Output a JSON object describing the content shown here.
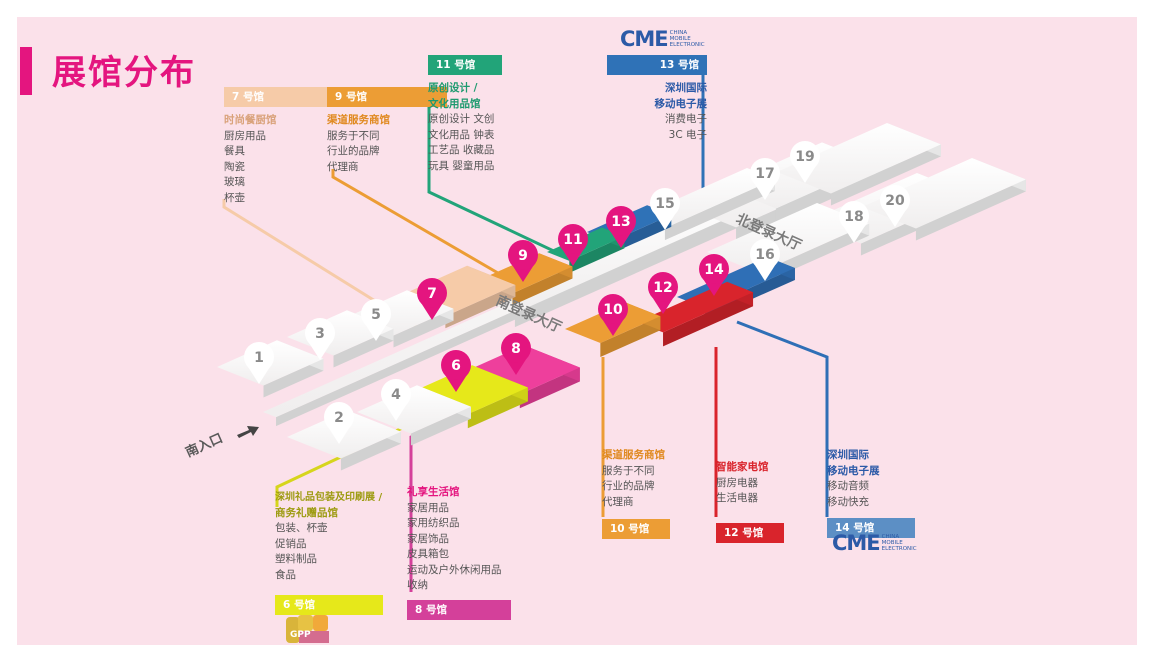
{
  "title": "展馆分布",
  "colors": {
    "accent": "#e4157f",
    "background": "#fbe1ea",
    "hall7": "#f6cba8",
    "hall9": "#ec9d35",
    "hall11": "#22a479",
    "hall13": "#2f72b7",
    "hall6": "#e6e81a",
    "hall8": "#ee3f9c",
    "hall10": "#ec9d35",
    "hall12": "#d9242c",
    "hall14": "#2f6fb6"
  },
  "map": {
    "hall_numbers": [
      "1",
      "2",
      "3",
      "4",
      "5",
      "6",
      "7",
      "8",
      "9",
      "10",
      "11",
      "12",
      "13",
      "14",
      "15",
      "16",
      "17",
      "18",
      "19",
      "20"
    ],
    "south_hall": "南登录大厅",
    "north_hall": "北登录大厅",
    "entrance": "南入口"
  },
  "cards": {
    "h7": {
      "header": "7 号馆",
      "subtitle": "时尚餐厨馆",
      "items": [
        "厨房用品",
        "餐具",
        "陶瓷",
        "玻璃",
        "杯壶"
      ]
    },
    "h9": {
      "header": "9 号馆",
      "subtitle": "渠道服务商馆",
      "items": [
        "服务于不同",
        "行业的品牌",
        "代理商"
      ]
    },
    "h11": {
      "header": "11 号馆",
      "subtitle_lines": [
        "原创设计 /",
        "文化用品馆"
      ],
      "items": [
        "原创设计  文创",
        "文化用品  钟表",
        "工艺品  收藏品",
        "玩具  婴童用品"
      ]
    },
    "h13": {
      "header": "13 号馆",
      "subtitle_lines": [
        "深圳国际",
        "移动电子展"
      ],
      "items": [
        "消费电子",
        "3C 电子"
      ]
    },
    "h6": {
      "header": "6 号馆",
      "subtitle_lines": [
        "深圳礼品包装及印刷展 /",
        "商务礼赠品馆"
      ],
      "items": [
        "包装、杯壶",
        "促销品",
        "塑料制品",
        "食品"
      ]
    },
    "h8": {
      "header": "8 号馆",
      "subtitle": "礼享生活馆",
      "items": [
        "家居用品",
        "家用纺织品",
        "家居饰品",
        "皮具箱包",
        "运动及户外休闲用品",
        "收纳"
      ]
    },
    "h10": {
      "header": "10 号馆",
      "subtitle": "渠道服务商馆",
      "items": [
        "服务于不同",
        "行业的品牌",
        "代理商"
      ]
    },
    "h12": {
      "header": "12 号馆",
      "subtitle": "智能家电馆",
      "items": [
        "厨房电器",
        "生活电器"
      ]
    },
    "h14": {
      "header": "14 号馆",
      "subtitle_lines": [
        "深圳国际",
        "移动电子展"
      ],
      "items": [
        "移动音频",
        "移动快充"
      ]
    }
  },
  "cme_logo": {
    "text": "CME",
    "lines": [
      "CHINA",
      "MOBILE",
      "ELECTRONIC"
    ]
  },
  "gpp_logo": {
    "text": "GPP"
  }
}
